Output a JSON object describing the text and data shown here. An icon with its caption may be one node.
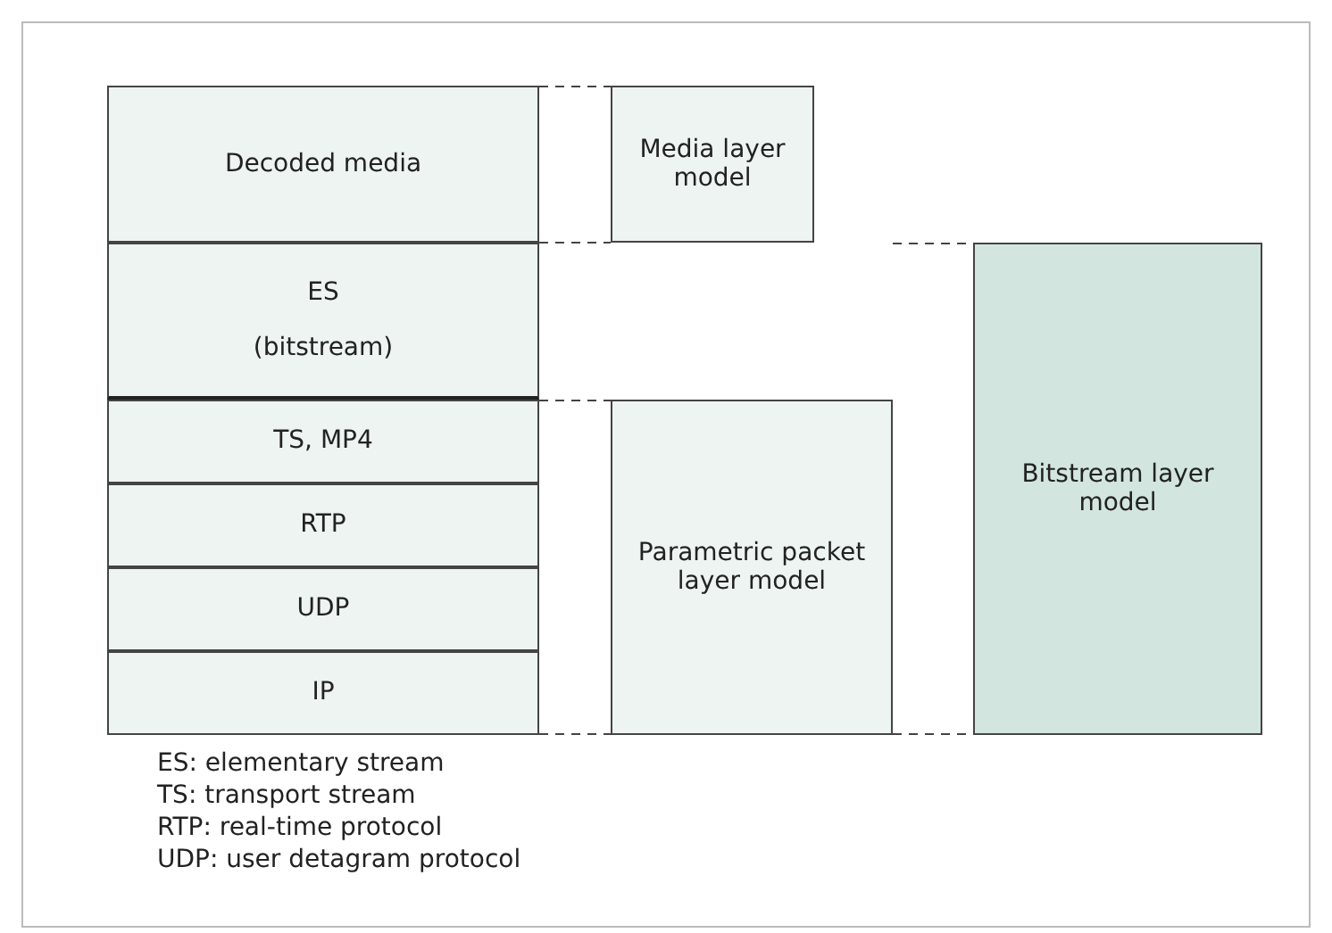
{
  "diagram": {
    "nodes": [
      {
        "text": [
          "Decoded media"
        ]
      },
      {
        "text": [
          "ES (bitstream)"
        ]
      },
      {
        "text": [
          "TS, MP4"
        ]
      },
      {
        "text": [
          "RTP"
        ]
      },
      {
        "text": [
          "UDP"
        ]
      },
      {
        "text": [
          "IP"
        ]
      },
      {
        "text": [
          "Media layer model"
        ]
      },
      {
        "text": [
          "Parametric packet layer model"
        ]
      },
      {
        "text": [
          "Bitstream layer model"
        ]
      }
    ],
    "edges": [
      {
        "from": 0,
        "to": 6,
        "arrow": "none",
        "style": "dashed"
      },
      {
        "from": 0,
        "to": 6,
        "arrow": "none",
        "style": "dashed"
      },
      {
        "from": 2,
        "to": 7,
        "arrow": "none",
        "style": "dashed"
      },
      {
        "from": 5,
        "to": 7,
        "arrow": "none",
        "style": "dashed"
      },
      {
        "from": null,
        "to": 8,
        "arrow": "none",
        "style": "dashed"
      },
      {
        "from": 7,
        "to": 8,
        "arrow": "none",
        "style": "dashed"
      }
    ],
    "labels": [
      "ES: elementary stream",
      "TS: transport stream",
      "RTP: real-time protocol",
      "UDP: user detagram protocol"
    ]
  }
}
